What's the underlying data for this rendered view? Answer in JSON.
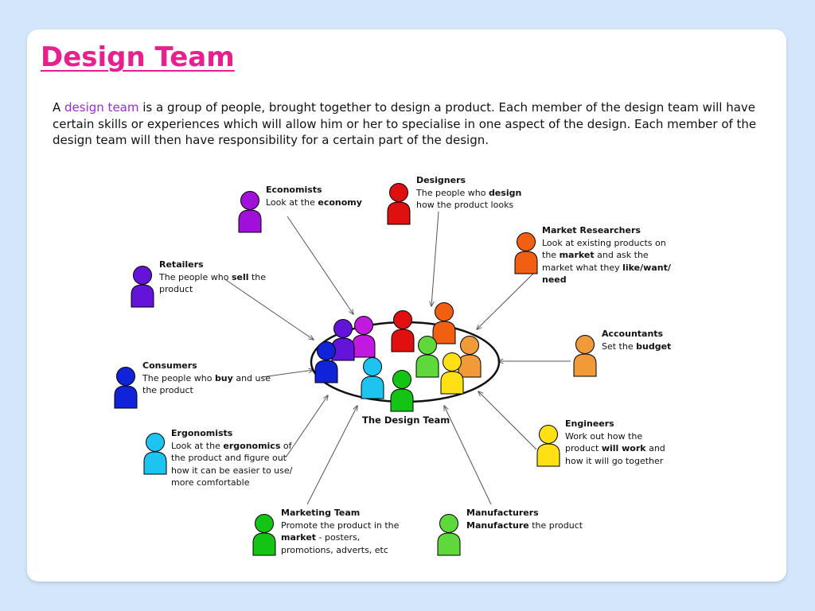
{
  "slide": {
    "title": "Design Team",
    "intro": {
      "before": "A ",
      "term": "design team",
      "after": " is a group of people, brought together to design a product. Each member of the design team will have certain skills or experiences which will allow him or her to specialise in one aspect of the design. Each member of the design team will then have responsibility for a certain part of the design."
    }
  },
  "diagram": {
    "center_label": "The Design Team",
    "colors": {
      "purple": "#a010d8",
      "magenta": "#c119e0",
      "indigo": "#6314d8",
      "blue": "#1023d8",
      "cyan": "#1ec4f0",
      "green": "#14c414",
      "light_green": "#5ed83b",
      "red": "#e01010",
      "orange_red": "#f06010",
      "orange": "#f09a3a",
      "yellow": "#ffe014"
    },
    "roles": {
      "economists": {
        "title": "Economists",
        "l1": "Look at the ",
        "b1": "economy"
      },
      "designers": {
        "title": "Designers",
        "l1": "The people who ",
        "b1": "design",
        "l2": "how the product looks"
      },
      "market_researchers": {
        "title": "Market Researchers",
        "l1": "Look at existing products on",
        "l2a": "the ",
        "b2": "market",
        "l2b": " and ask the",
        "l3a": "market what they ",
        "b3": "like/want/",
        "b4": "need"
      },
      "retailers": {
        "title": "Retailers",
        "l1": "The people who ",
        "b1": "sell",
        "l1b": " the",
        "l2": "product"
      },
      "accountants": {
        "title": "Accountants",
        "l1": "Set the ",
        "b1": "budget"
      },
      "consumers": {
        "title": "Consumers",
        "l1": "The people who ",
        "b1": "buy",
        "l1b": " and use",
        "l2": "the product"
      },
      "ergonomists": {
        "title": "Ergonomists",
        "l1": "Look at the ",
        "b1": "ergonomics",
        "l1b": " of",
        "l2": "the product and figure out",
        "l3": "how it can be easier to use/",
        "l4": "more comfortable"
      },
      "engineers": {
        "title": "Engineers",
        "l1": "Work out how the",
        "l2a": "product ",
        "b2": "will work",
        "l2b": " and",
        "l3": "how it will go together"
      },
      "marketing_team": {
        "title": "Marketing Team",
        "l1": "Promote the product in the",
        "b2": "market",
        "l2b": " - posters,",
        "l3": "promotions, adverts, etc"
      },
      "manufacturers": {
        "title": "Manufacturers",
        "b1": "Manufacture",
        "l1b": " the product"
      }
    }
  }
}
